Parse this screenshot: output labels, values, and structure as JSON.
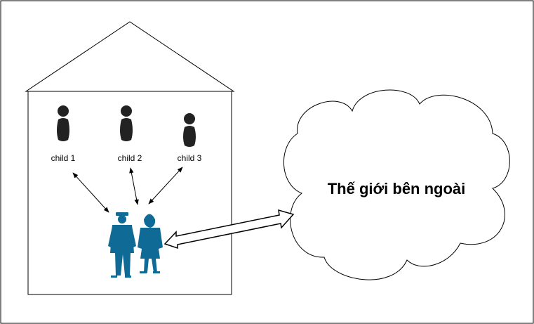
{
  "diagram": {
    "children": [
      {
        "label": "child 1"
      },
      {
        "label": "child 2"
      },
      {
        "label": "child 3"
      }
    ],
    "cloud_label": "Thế giới bên ngoài",
    "colors": {
      "stroke": "#000000",
      "child_icon": "#222222",
      "parents": "#0f6a96"
    },
    "icons": {
      "child": "person-icon",
      "parents": "businesspeople-icon"
    }
  }
}
